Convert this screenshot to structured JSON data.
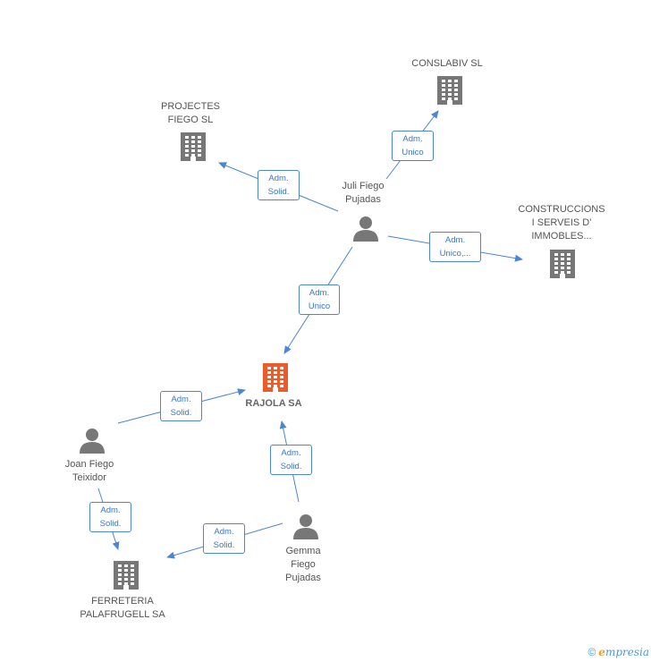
{
  "colors": {
    "edge": "#4a86d4",
    "building": "#777777",
    "building_center": "#ee5a28",
    "person": "#777777"
  },
  "nodes": {
    "rajola": {
      "label": "RAJOLA SA",
      "icon": "building-icon"
    },
    "conslabiv": {
      "label": "CONSLABIV  SL",
      "icon": "building-icon"
    },
    "projectes": {
      "label": "PROJECTES\nFIEGO SL",
      "icon": "building-icon"
    },
    "construccions": {
      "label": "CONSTRUCCIONS\nI SERVEIS D'\nIMMOBLES...",
      "icon": "building-icon"
    },
    "ferreteria": {
      "label": "FERRETERIA\nPALAFRUGELL SA",
      "icon": "building-icon"
    },
    "juli": {
      "label": "Juli Fiego\nPujadas",
      "icon": "person-icon"
    },
    "joan": {
      "label": "Joan Fiego\nTeixidor",
      "icon": "person-icon"
    },
    "gemma": {
      "label": "Gemma\nFiego\nPujadas",
      "icon": "person-icon"
    }
  },
  "edges": {
    "juli_conslabiv": "Adm.\nUnico",
    "juli_projectes": "Adm.\nSolid.",
    "juli_construccions": "Adm.\nUnico,...",
    "juli_rajola": "Adm.\nUnico",
    "joan_rajola": "Adm.\nSolid.",
    "gemma_rajola": "Adm.\nSolid.",
    "joan_ferreteria": "Adm.\nSolid.",
    "gemma_ferreteria": "Adm.\nSolid."
  },
  "footer": {
    "copyright": "©",
    "brand_initial": "e",
    "brand": "mpresia"
  }
}
